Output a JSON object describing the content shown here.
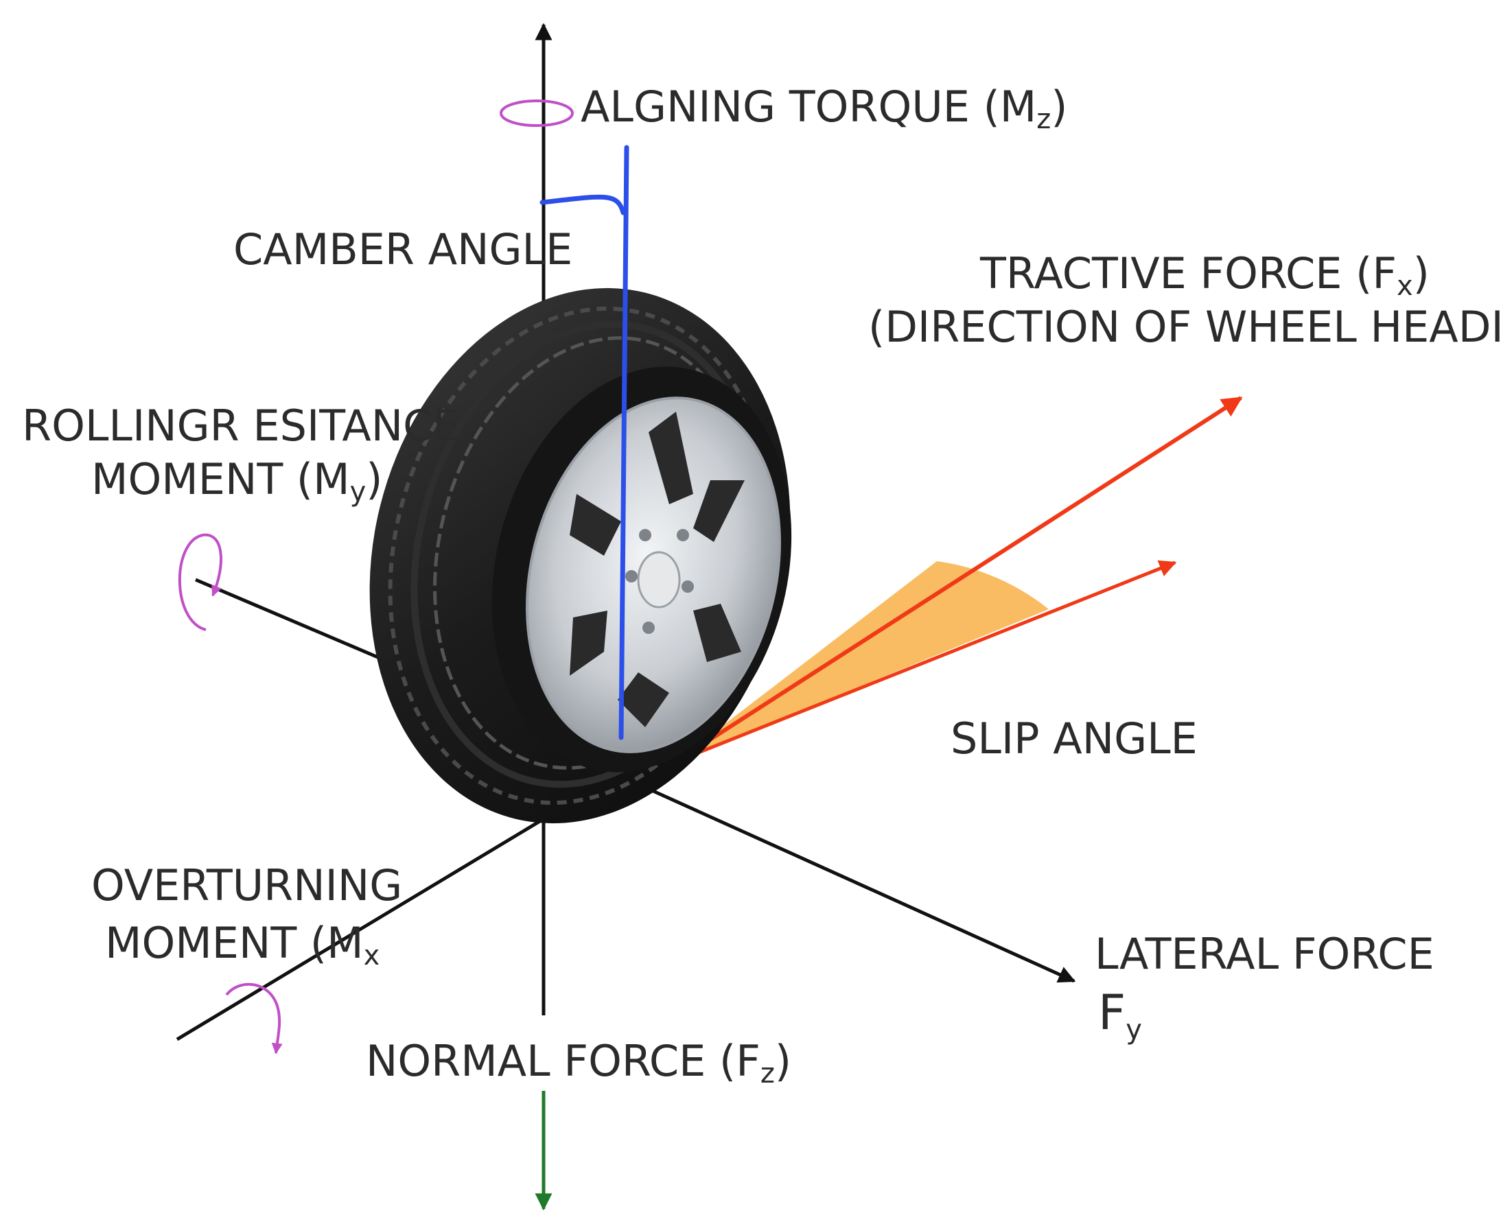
{
  "labels": {
    "aligning_torque": {
      "text": "ALGNING TORQUE (M",
      "sub": "z",
      "close": ")"
    },
    "camber_angle": "CAMBER ANGLE",
    "tractive_force": {
      "text": "TRACTIVE FORCE (F",
      "sub": "x",
      "close": ")"
    },
    "wheel_heading": "(DIRECTION OF WHEEL HEADING)",
    "rolling_resistance": "ROLLINGR ESITANCE",
    "rolling_moment": {
      "text": "MOMENT (M",
      "sub": "y",
      "close": ")"
    },
    "slip_angle": "SLIP ANGLE",
    "overturning": "OVERTURNING",
    "overturning_moment": {
      "text": "MOMENT (M",
      "sub": "x"
    },
    "lateral_force": "LATERAL FORCE",
    "lateral_symbol": {
      "text": "F",
      "sub": "y"
    },
    "normal_force": {
      "text": "NORMAL FORCE (F",
      "sub": "z",
      "close": ")"
    }
  },
  "colors": {
    "axis": "#111111",
    "camber_line": "#2b4fe8",
    "moment_arrow": "#c04fc8",
    "force_arrow": "#f03a17",
    "slip_fill": "#f9b85a",
    "normal_arrow": "#1f7a2a",
    "tire": "#1b1b1b",
    "rim": "#c9cdd2"
  },
  "icons": {
    "moment": "rotation-arrow-icon",
    "force": "straight-arrow-icon"
  }
}
